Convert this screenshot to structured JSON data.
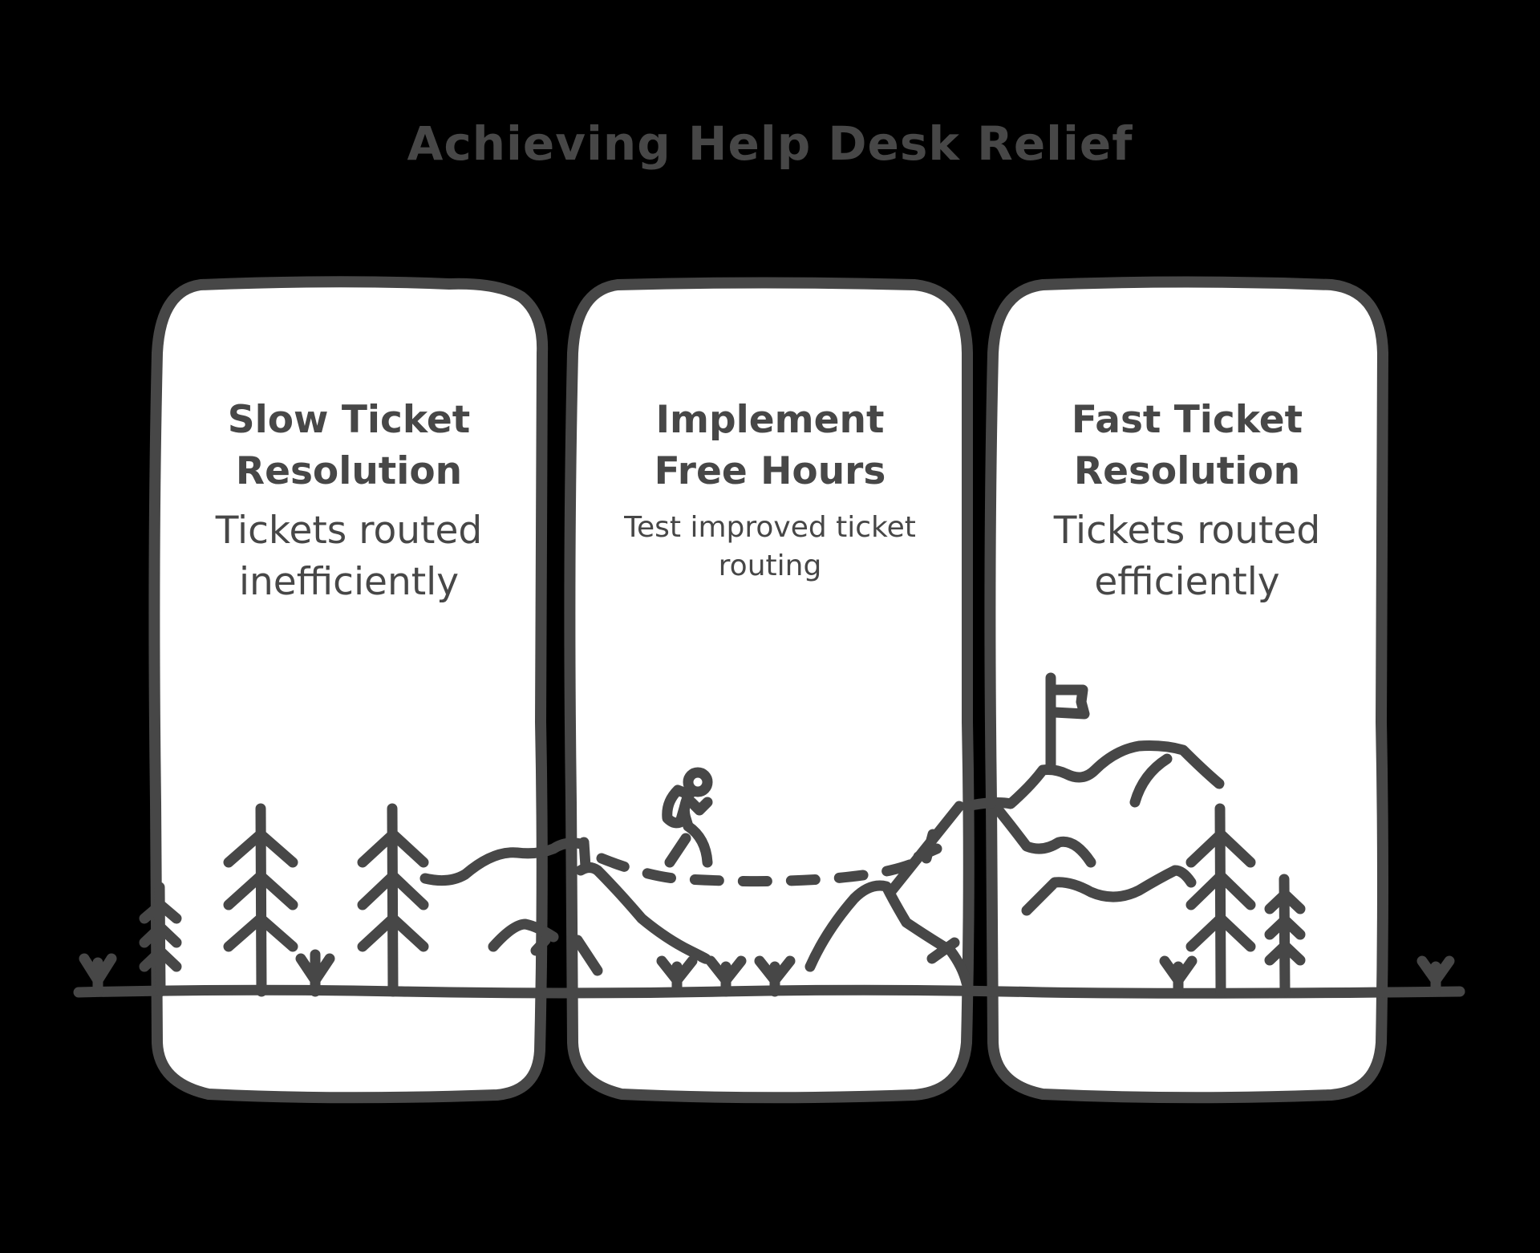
{
  "title": "Achieving Help Desk Relief",
  "colors": {
    "background": "#000000",
    "ink": "#474747",
    "panel_fill": "#ffffff"
  },
  "panels": [
    {
      "heading_line1": "Slow Ticket",
      "heading_line2": "Resolution",
      "description_line1": "Tickets routed",
      "description_line2": "inefficiently",
      "illustration": "pine-trees-and-hills"
    },
    {
      "heading_line1": "Implement",
      "heading_line2": "Free Hours",
      "description_line1": "Test improved ticket",
      "description_line2": "routing",
      "illustration": "hiker-on-dashed-trail"
    },
    {
      "heading_line1": "Fast Ticket",
      "heading_line2": "Resolution",
      "description_line1": "Tickets routed",
      "description_line2": "efficiently",
      "illustration": "summit-flag-mountain"
    }
  ]
}
